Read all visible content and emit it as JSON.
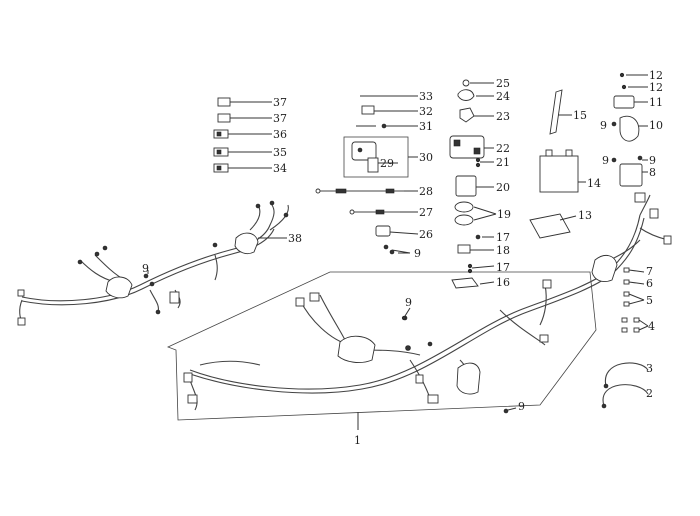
{
  "diagram": {
    "labels": {
      "p1": "1",
      "p2": "2",
      "p3": "3",
      "p4": "4",
      "p5": "5",
      "p6": "6",
      "p7": "7",
      "p8": "8",
      "p9a": "9",
      "p9b": "9",
      "p9c": "9",
      "p9d": "9",
      "p9e": "9",
      "p9f": "9",
      "p9g": "9",
      "p10": "10",
      "p11": "11",
      "p12a": "12",
      "p12b": "12",
      "p13": "13",
      "p14": "14",
      "p15": "15",
      "p16": "16",
      "p17a": "17",
      "p17b": "17",
      "p18": "18",
      "p19": "19",
      "p20": "20",
      "p21": "21",
      "p22": "22",
      "p23": "23",
      "p24": "24",
      "p25": "25",
      "p26": "26",
      "p27": "27",
      "p28": "28",
      "p29": "29",
      "p30": "30",
      "p31": "31",
      "p32": "32",
      "p33": "33",
      "p34": "34",
      "p35": "35",
      "p36": "36",
      "p37a": "37",
      "p37b": "37",
      "p38": "38"
    }
  }
}
